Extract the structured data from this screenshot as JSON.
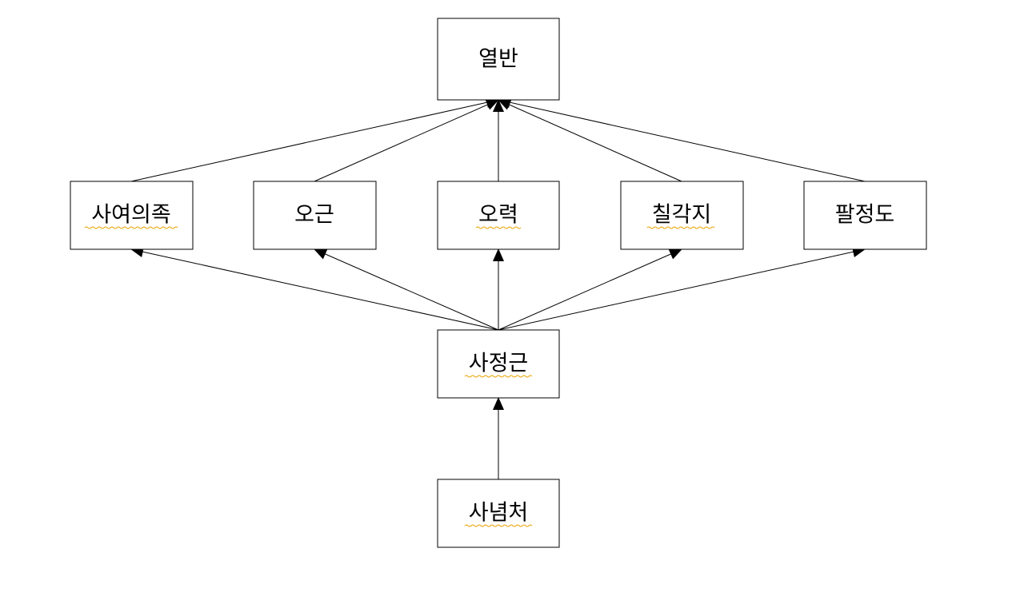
{
  "diagram": {
    "nodes": [
      {
        "id": "nirvana",
        "label": "열반",
        "spellcheck_underline": false
      },
      {
        "id": "four_bases",
        "label": "사여의족",
        "spellcheck_underline": true
      },
      {
        "id": "five_faculties",
        "label": "오근",
        "spellcheck_underline": false
      },
      {
        "id": "five_powers",
        "label": "오력",
        "spellcheck_underline": true
      },
      {
        "id": "seven_factors",
        "label": "칠각지",
        "spellcheck_underline": true
      },
      {
        "id": "eightfold_path",
        "label": "팔정도",
        "spellcheck_underline": false
      },
      {
        "id": "four_efforts",
        "label": "사정근",
        "spellcheck_underline": true
      },
      {
        "id": "four_mindfulness",
        "label": "사념처",
        "spellcheck_underline": true
      }
    ],
    "edges": [
      {
        "from": "four_mindfulness",
        "to": "four_efforts"
      },
      {
        "from": "four_efforts",
        "to": "four_bases"
      },
      {
        "from": "four_efforts",
        "to": "five_faculties"
      },
      {
        "from": "four_efforts",
        "to": "five_powers"
      },
      {
        "from": "four_efforts",
        "to": "seven_factors"
      },
      {
        "from": "four_efforts",
        "to": "eightfold_path"
      },
      {
        "from": "four_bases",
        "to": "nirvana"
      },
      {
        "from": "five_faculties",
        "to": "nirvana"
      },
      {
        "from": "five_powers",
        "to": "nirvana"
      },
      {
        "from": "seven_factors",
        "to": "nirvana"
      },
      {
        "from": "eightfold_path",
        "to": "nirvana"
      }
    ],
    "colors": {
      "stroke": "#000000",
      "spellcheck": "#e8a200"
    }
  }
}
